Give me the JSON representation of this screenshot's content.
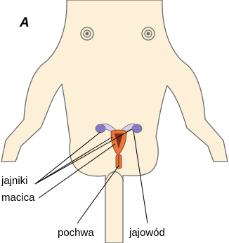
{
  "panel_letter": "A",
  "labels": {
    "ovaries": "jajniki",
    "uterus": "macica",
    "vagina": "pochwa",
    "fallopian_tube": "jajowód"
  },
  "colors": {
    "skin": "#fdf0d8",
    "outline": "#6b6b6b",
    "uterus": "#e07a3c",
    "uterus_inner": "#8a2a10",
    "ovary": "#8878c8",
    "tube": "#d8d0f0",
    "leader_line": "#000000"
  }
}
